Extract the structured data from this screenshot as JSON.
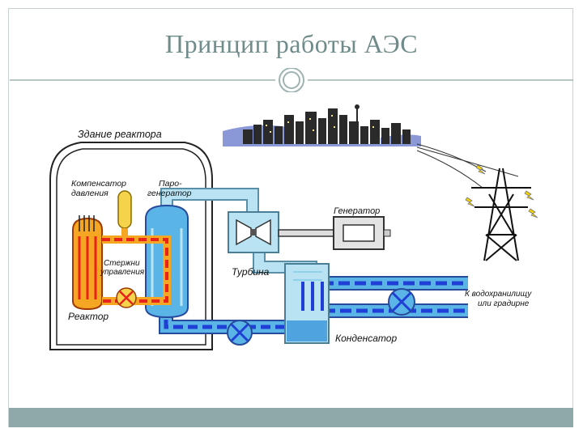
{
  "slide": {
    "title": "Принцип работы АЭС"
  },
  "diagram": {
    "labels": {
      "building": "Здание реактора",
      "pressurizer_1": "Компенсатор",
      "pressurizer_2": "давления",
      "steam_gen_1": "Паро-",
      "steam_gen_2": "генератор",
      "control_rods_1": "Стержни",
      "control_rods_2": "управления",
      "reactor": "Реактор",
      "turbine": "Турбина",
      "generator": "Генератор",
      "condenser": "Конденсатор",
      "cooling_1": "К водохранилищу",
      "cooling_2": "или градирне"
    },
    "colors": {
      "accent": "#6f8b8a",
      "bar": "#8fa9aa",
      "hot_loop": "#e8231b",
      "core": "#f5a623",
      "cold_water": "#1f3fd6",
      "steam": "#b9e3f2",
      "water": "#5ab4e6"
    }
  }
}
